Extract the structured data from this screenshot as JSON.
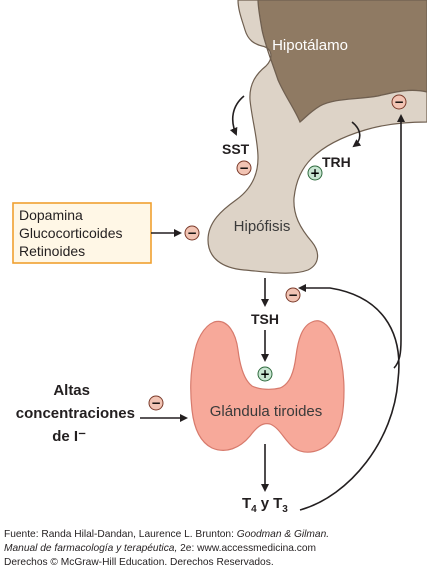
{
  "labels": {
    "hypothalamus": "Hipotálamo",
    "pituitary": "Hipófisis",
    "thyroid": "Glándula tiroides",
    "sst": "SST",
    "trh": "TRH",
    "tsh": "TSH",
    "t4": "T",
    "t4_sub": "4",
    "y": "y",
    "t3": "T",
    "t3_sub": "3"
  },
  "inhibitors_box": {
    "lines": [
      "Dopamina",
      "Glucocorticoides",
      "Retinoides"
    ]
  },
  "iodide": {
    "lines": [
      "Altas",
      "concentraciones",
      "de I⁻"
    ]
  },
  "signs": {
    "negative": "−",
    "positive": "+"
  },
  "footer": {
    "source_prefix": "Fuente: Randa Hilal-Dandan, Laurence L. Brunton: ",
    "book_title_1": "Goodman & Gilman.",
    "book_title_2": "Manual de farmacología y terapéutica,",
    "edition_url": " 2e: www.accessmedicina.com",
    "copyright": "Derechos © McGraw-Hill Education. Derechos Reservados."
  },
  "colors": {
    "brain_tissue": "#ddd3c7",
    "brain_dark": "#8f7a63",
    "brain_outline": "#6f5f50",
    "thyroid_fill": "#f7a99a",
    "thyroid_outline": "#d77a6c",
    "box_border": "#f0a030",
    "box_fill": "#fff7e6"
  }
}
